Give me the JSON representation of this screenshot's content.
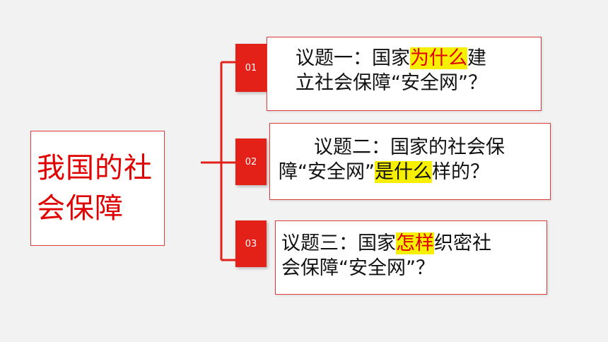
{
  "main": {
    "title": "我国的社会保障"
  },
  "topics": [
    {
      "badge": "01",
      "line1_pre": "议题一：国家",
      "line1_hl": "为什么",
      "line1_post": "建",
      "line2": "立社会保障“安全网”？"
    },
    {
      "badge": "02",
      "line1": "议题二：国家的社会保",
      "line2_pre": "障“安全网”",
      "line2_hl": "是什么",
      "line2_post": "样的？"
    },
    {
      "badge": "03",
      "line1_pre": "议题三：国家",
      "line1_hl": "怎样",
      "line1_post": "织密社",
      "line2": "会保障“安全网”？"
    }
  ],
  "colors": {
    "accent": "#e32119",
    "highlight": "#f6f000",
    "text_red": "#e00000"
  }
}
